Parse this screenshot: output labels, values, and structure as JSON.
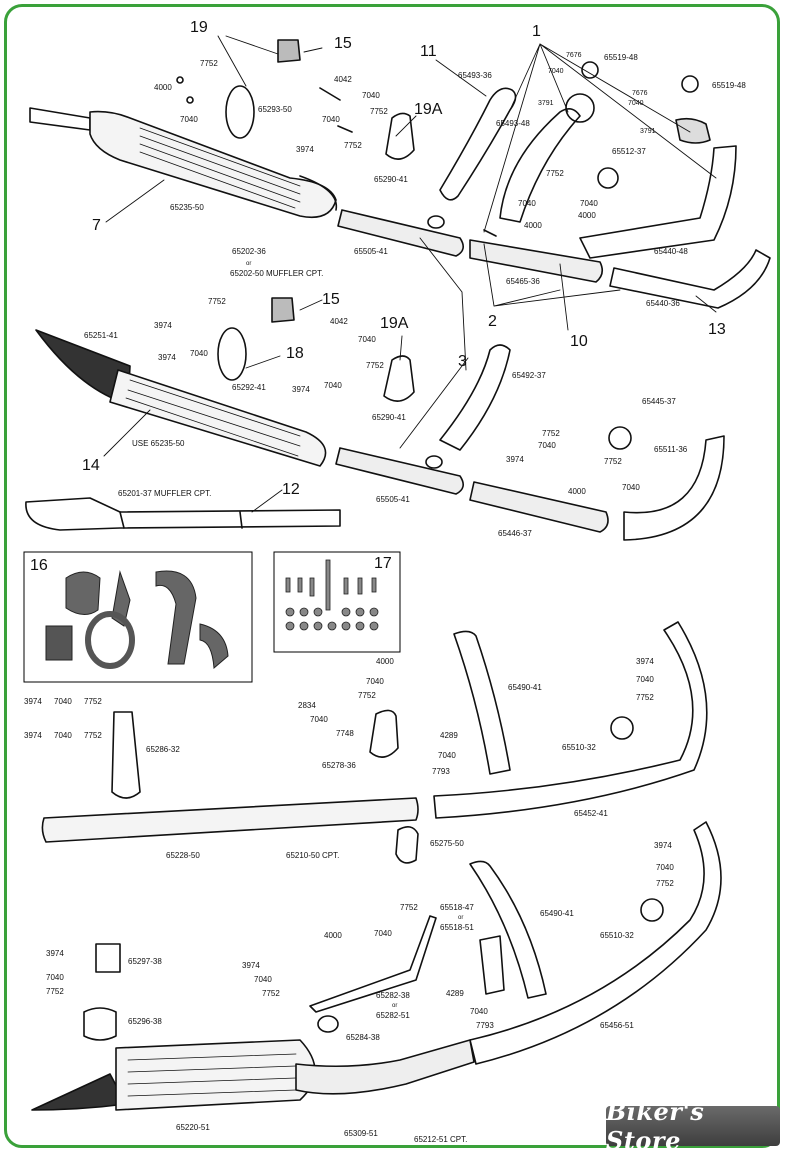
{
  "callouts": {
    "n1": "1",
    "n2": "2",
    "n3": "3",
    "n7": "7",
    "n10": "10",
    "n11": "11",
    "n12": "12",
    "n13": "13",
    "n14": "14",
    "n15a": "15",
    "n15b": "15",
    "n16": "16",
    "n17": "17",
    "n18": "18",
    "n19": "19",
    "n19a1": "19A",
    "n19a2": "19A"
  },
  "parts": {
    "p7752a": "7752",
    "p4000a": "4000",
    "p7040a": "7040",
    "p65293": "65293-50",
    "p4042a": "4042",
    "p7040b": "7040",
    "p7040c": "7040",
    "p7752b": "7752",
    "p7752c": "7752",
    "p3974a": "3974",
    "p65290a": "65290-41",
    "p65235a": "65235-50",
    "p65202": "65202-36",
    "p_or1": "or",
    "p65202b": "65202-50 MUFFLER CPT.",
    "p65505a": "65505-41",
    "p65493a": "65493-36",
    "p65493b": "65493-48",
    "p3791a": "3791",
    "p7676a": "7676",
    "p65519a": "65519-48",
    "p7040d": "7040",
    "p7676b": "7676",
    "p65519b": "65519-48",
    "p7040e": "7040",
    "p3791b": "3791",
    "p65512": "65512-37",
    "p7752d": "7752",
    "p7040f": "7040",
    "p7040g": "7040",
    "p4000b": "4000",
    "p4000c": "4000",
    "p65440a": "65440-48",
    "p65465": "65465-36",
    "p65440b": "65440-36",
    "p65251": "65251-41",
    "p7752e": "7752",
    "p3974b": "3974",
    "p7040h": "7040",
    "p3974c": "3974",
    "p4042b": "4042",
    "p7040i": "7040",
    "p7752f": "7752",
    "p65292": "65292-41",
    "p3974d": "3974",
    "p7040j": "7040",
    "p65290b": "65290-41",
    "p65235b": "USE 65235-50",
    "p65505b": "65505-41",
    "p65492": "65492-37",
    "p65445": "65445-37",
    "p7752g": "7752",
    "p7040k": "7040",
    "p3974e": "3974",
    "p65511": "65511-36",
    "p7752h": "7752",
    "p7040l": "7040",
    "p4000d": "4000",
    "p65446": "65446-37",
    "p65201": "65201-37 MUFFLER CPT.",
    "p4000e": "4000",
    "p7040m": "7040",
    "p7752i": "7752",
    "p2834": "2834",
    "p7040n": "7040",
    "p7748": "7748",
    "p65278": "65278-36",
    "p4289a": "4289",
    "p7040o": "7040",
    "p7793a": "7793",
    "p65490a": "65490-41",
    "p3974f": "3974",
    "p7040p": "7040",
    "p7752j": "7752",
    "p65510a": "65510-32",
    "p65452": "65452-41",
    "p3974g": "3974",
    "p7040q": "7040",
    "p7752k": "7752",
    "p3974h": "3974",
    "p7040r": "7040",
    "p7752l": "7752",
    "p65286": "65286-32",
    "p65228": "65228-50",
    "p65210": "65210-50 CPT.",
    "p65275": "65275-50",
    "p3974i": "3974",
    "p7040s": "7040",
    "p7752m": "7752",
    "p65510b": "65510-32",
    "p7752n": "7752",
    "p4000f": "4000",
    "p7040t": "7040",
    "p65518a": "65518-47",
    "p_or2": "or",
    "p65518b": "65518-51",
    "p65490b": "65490-41",
    "p3974j": "3974",
    "p7040u": "7040",
    "p7752o": "7752",
    "p65297": "65297-38",
    "p3974k": "3974",
    "p7040v": "7040",
    "p7752p": "7752",
    "p65282a": "65282-38",
    "p_or3": "or",
    "p65282b": "65282-51",
    "p4289b": "4289",
    "p7040w": "7040",
    "p7793b": "7793",
    "p65296": "65296-38",
    "p65284": "65284-38",
    "p65456": "65456-51",
    "p65220": "65220-51",
    "p65309": "65309-51",
    "p65212": "65212-51 CPT."
  },
  "brand": "Biker's Store",
  "colors": {
    "frame": "#3aa13a",
    "ink": "#111111"
  }
}
